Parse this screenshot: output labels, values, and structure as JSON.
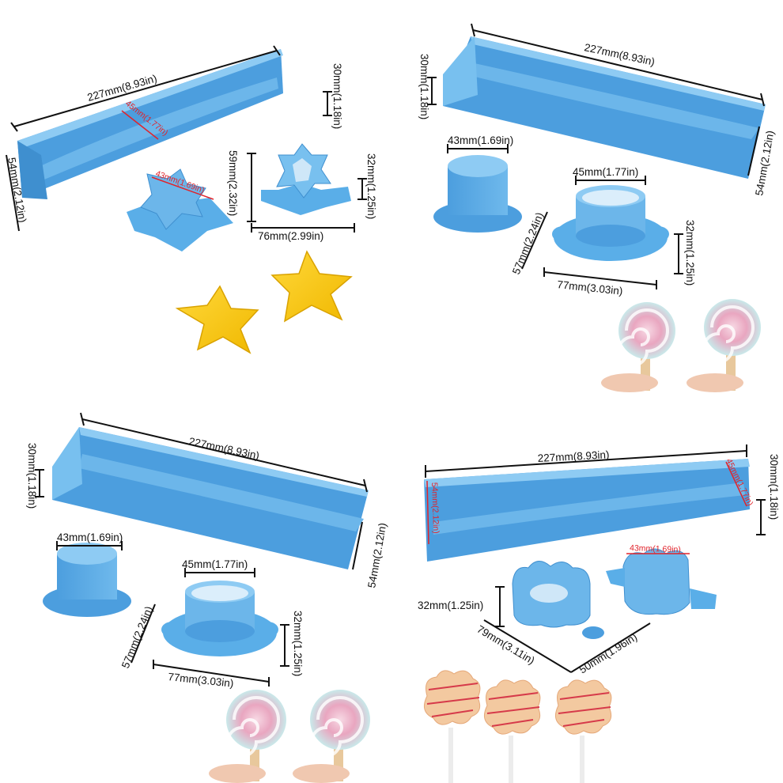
{
  "palette": {
    "mold_blue": "#5aaee8",
    "mold_blue_light": "#8ecbf3",
    "mold_blue_dark": "#3f8fcf",
    "star_yellow": "#f5c518",
    "dimension_line": "#111111",
    "dimension_red": "#e1232b"
  },
  "panels": [
    {
      "id": "top-left",
      "labels": {
        "trough_length": "227mm(8.93in)",
        "trough_inner_width": "45mm(1.77in)",
        "trough_height": "30mm(1.18in)",
        "trough_width": "54mm(2.12in)",
        "cutter_top": "43mm(1.69in)",
        "cutter_depth": "59mm(2.32in)",
        "cutter_height": "32mm(1.25in)",
        "cutter_width": "76mm(2.99in)"
      }
    },
    {
      "id": "top-right",
      "labels": {
        "trough_length": "227mm(8.93in)",
        "trough_height": "30mm(1.18in)",
        "trough_width": "54mm(2.12in)",
        "plunger_diameter": "43mm(1.69in)",
        "cutter_diameter": "45mm(1.77in)",
        "cutter_depth": "57mm(2.24in)",
        "cutter_height": "32mm(1.25in)",
        "cutter_width": "77mm(3.03in)"
      }
    },
    {
      "id": "bottom-left",
      "labels": {
        "trough_length": "227mm(8.93in)",
        "trough_height": "30mm(1.18in)",
        "trough_width": "54mm(2.12in)",
        "plunger_diameter": "43mm(1.69in)",
        "cutter_diameter": "45mm(1.77in)",
        "cutter_depth": "57mm(2.24in)",
        "cutter_height": "32mm(1.25in)",
        "cutter_width": "77mm(3.03in)"
      }
    },
    {
      "id": "bottom-right",
      "labels": {
        "trough_length": "227mm(8.93in)",
        "trough_width": "54mm(2.12in)",
        "trough_inner_width": "45mm(1.77in)",
        "trough_height": "30mm(1.18in)",
        "cutter_top": "43mm(1.69in)",
        "cutter_height": "32mm(1.25in)",
        "cutter_width": "79mm(3.11in)",
        "cutter_depth": "50mm(1.96in)"
      }
    }
  ]
}
